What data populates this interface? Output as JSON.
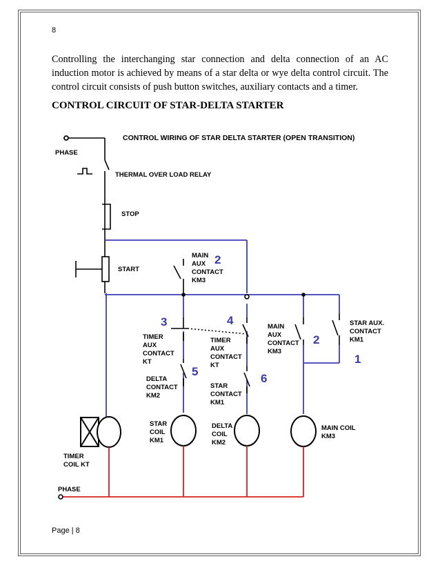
{
  "page": {
    "header_number": "8",
    "body_text": "Controlling the interchanging star connection and delta connection of an AC induction motor is achieved by means of a star delta or wye delta control circuit. The control circuit consists of push button switches, auxiliary contacts and a timer.",
    "section_heading": "CONTROL CIRCUIT OF STAR-DELTA STARTER",
    "footer": "Page | 8"
  },
  "diagram": {
    "title": "CONTROL WIRING OF STAR DELTA STARTER (OPEN TRANSITION)",
    "labels": {
      "phase_top": "PHASE",
      "overload": "THERMAL OVER LOAD RELAY",
      "stop": "STOP",
      "start": "START",
      "main_aux_km3_1": "MAIN",
      "main_aux_km3_2": "AUX",
      "main_aux_km3_3": "CONTACT",
      "main_aux_km3_4": "KM3",
      "timer_aux_1": "TIMER",
      "timer_aux_2": "AUX",
      "timer_aux_3": "CONTACT",
      "timer_aux_4": "KT",
      "timer_aux2_1": "TIMER",
      "timer_aux2_2": "AUX",
      "timer_aux2_3": "CONTACT",
      "timer_aux2_4": "KT",
      "main_aux2_1": "MAIN",
      "main_aux2_2": "AUX",
      "main_aux2_3": "CONTACT",
      "main_aux2_4": "KM3",
      "star_aux_1": "STAR AUX.",
      "star_aux_2": "CONTACT",
      "star_aux_3": "KM1",
      "delta_contact_1": "DELTA",
      "delta_contact_2": "CONTACT",
      "delta_contact_3": "KM2",
      "star_contact_1": "STAR",
      "star_contact_2": "CONTACT",
      "star_contact_3": "KM1",
      "star_coil_1": "STAR",
      "star_coil_2": "COIL",
      "star_coil_3": "KM1",
      "delta_coil_1": "DELTA",
      "delta_coil_2": "COIL",
      "delta_coil_3": "KM2",
      "main_coil_1": "MAIN COIL",
      "main_coil_2": "KM3",
      "timer_coil_1": "TIMER",
      "timer_coil_2": "COIL KT",
      "phase_bottom": "PHASE"
    },
    "numbers": {
      "n1": "1",
      "n2a": "2",
      "n2b": "2",
      "n3": "3",
      "n4": "4",
      "n5": "5",
      "n6": "6"
    },
    "colors": {
      "blue_wire": "#3c3cb4",
      "red_wire": "#d42020",
      "black_wire": "#000000"
    }
  }
}
